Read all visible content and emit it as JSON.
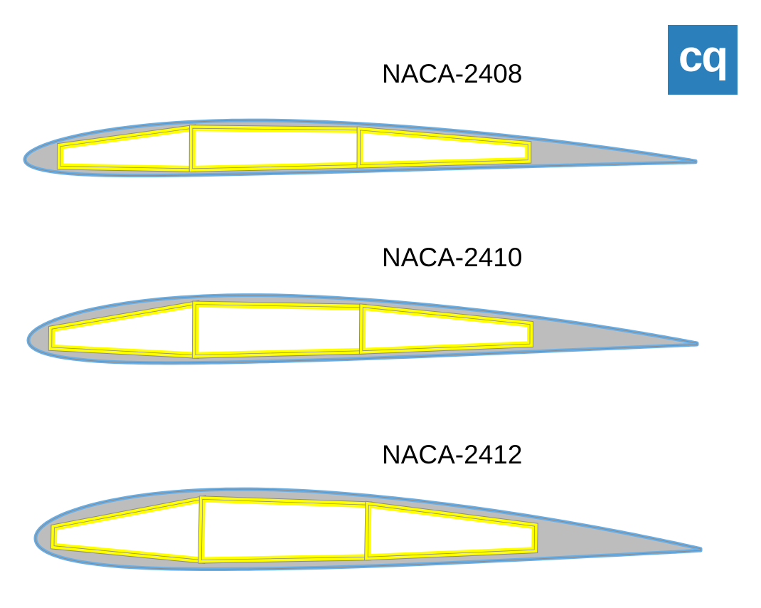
{
  "logo": {
    "text": "cq",
    "color": "#2b7fbb"
  },
  "colors": {
    "skin_outer": "#6aaee6",
    "skin": "#bdbdbd",
    "spar": "#ffff00",
    "cell": "#ffffff",
    "outline": "#8a8a8a"
  },
  "airfoils": [
    {
      "label": "NACA-2408",
      "digits": "2408",
      "cells": [
        [
          0.053,
          0.25
        ],
        [
          0.25,
          0.5
        ],
        [
          0.5,
          0.75
        ]
      ]
    },
    {
      "label": "NACA-2410",
      "digits": "2410",
      "cells": [
        [
          0.035,
          0.25
        ],
        [
          0.25,
          0.5
        ],
        [
          0.5,
          0.75
        ]
      ]
    },
    {
      "label": "NACA-2412",
      "digits": "2412",
      "cells": [
        [
          0.028,
          0.25
        ],
        [
          0.25,
          0.5
        ],
        [
          0.5,
          0.75
        ]
      ]
    }
  ]
}
